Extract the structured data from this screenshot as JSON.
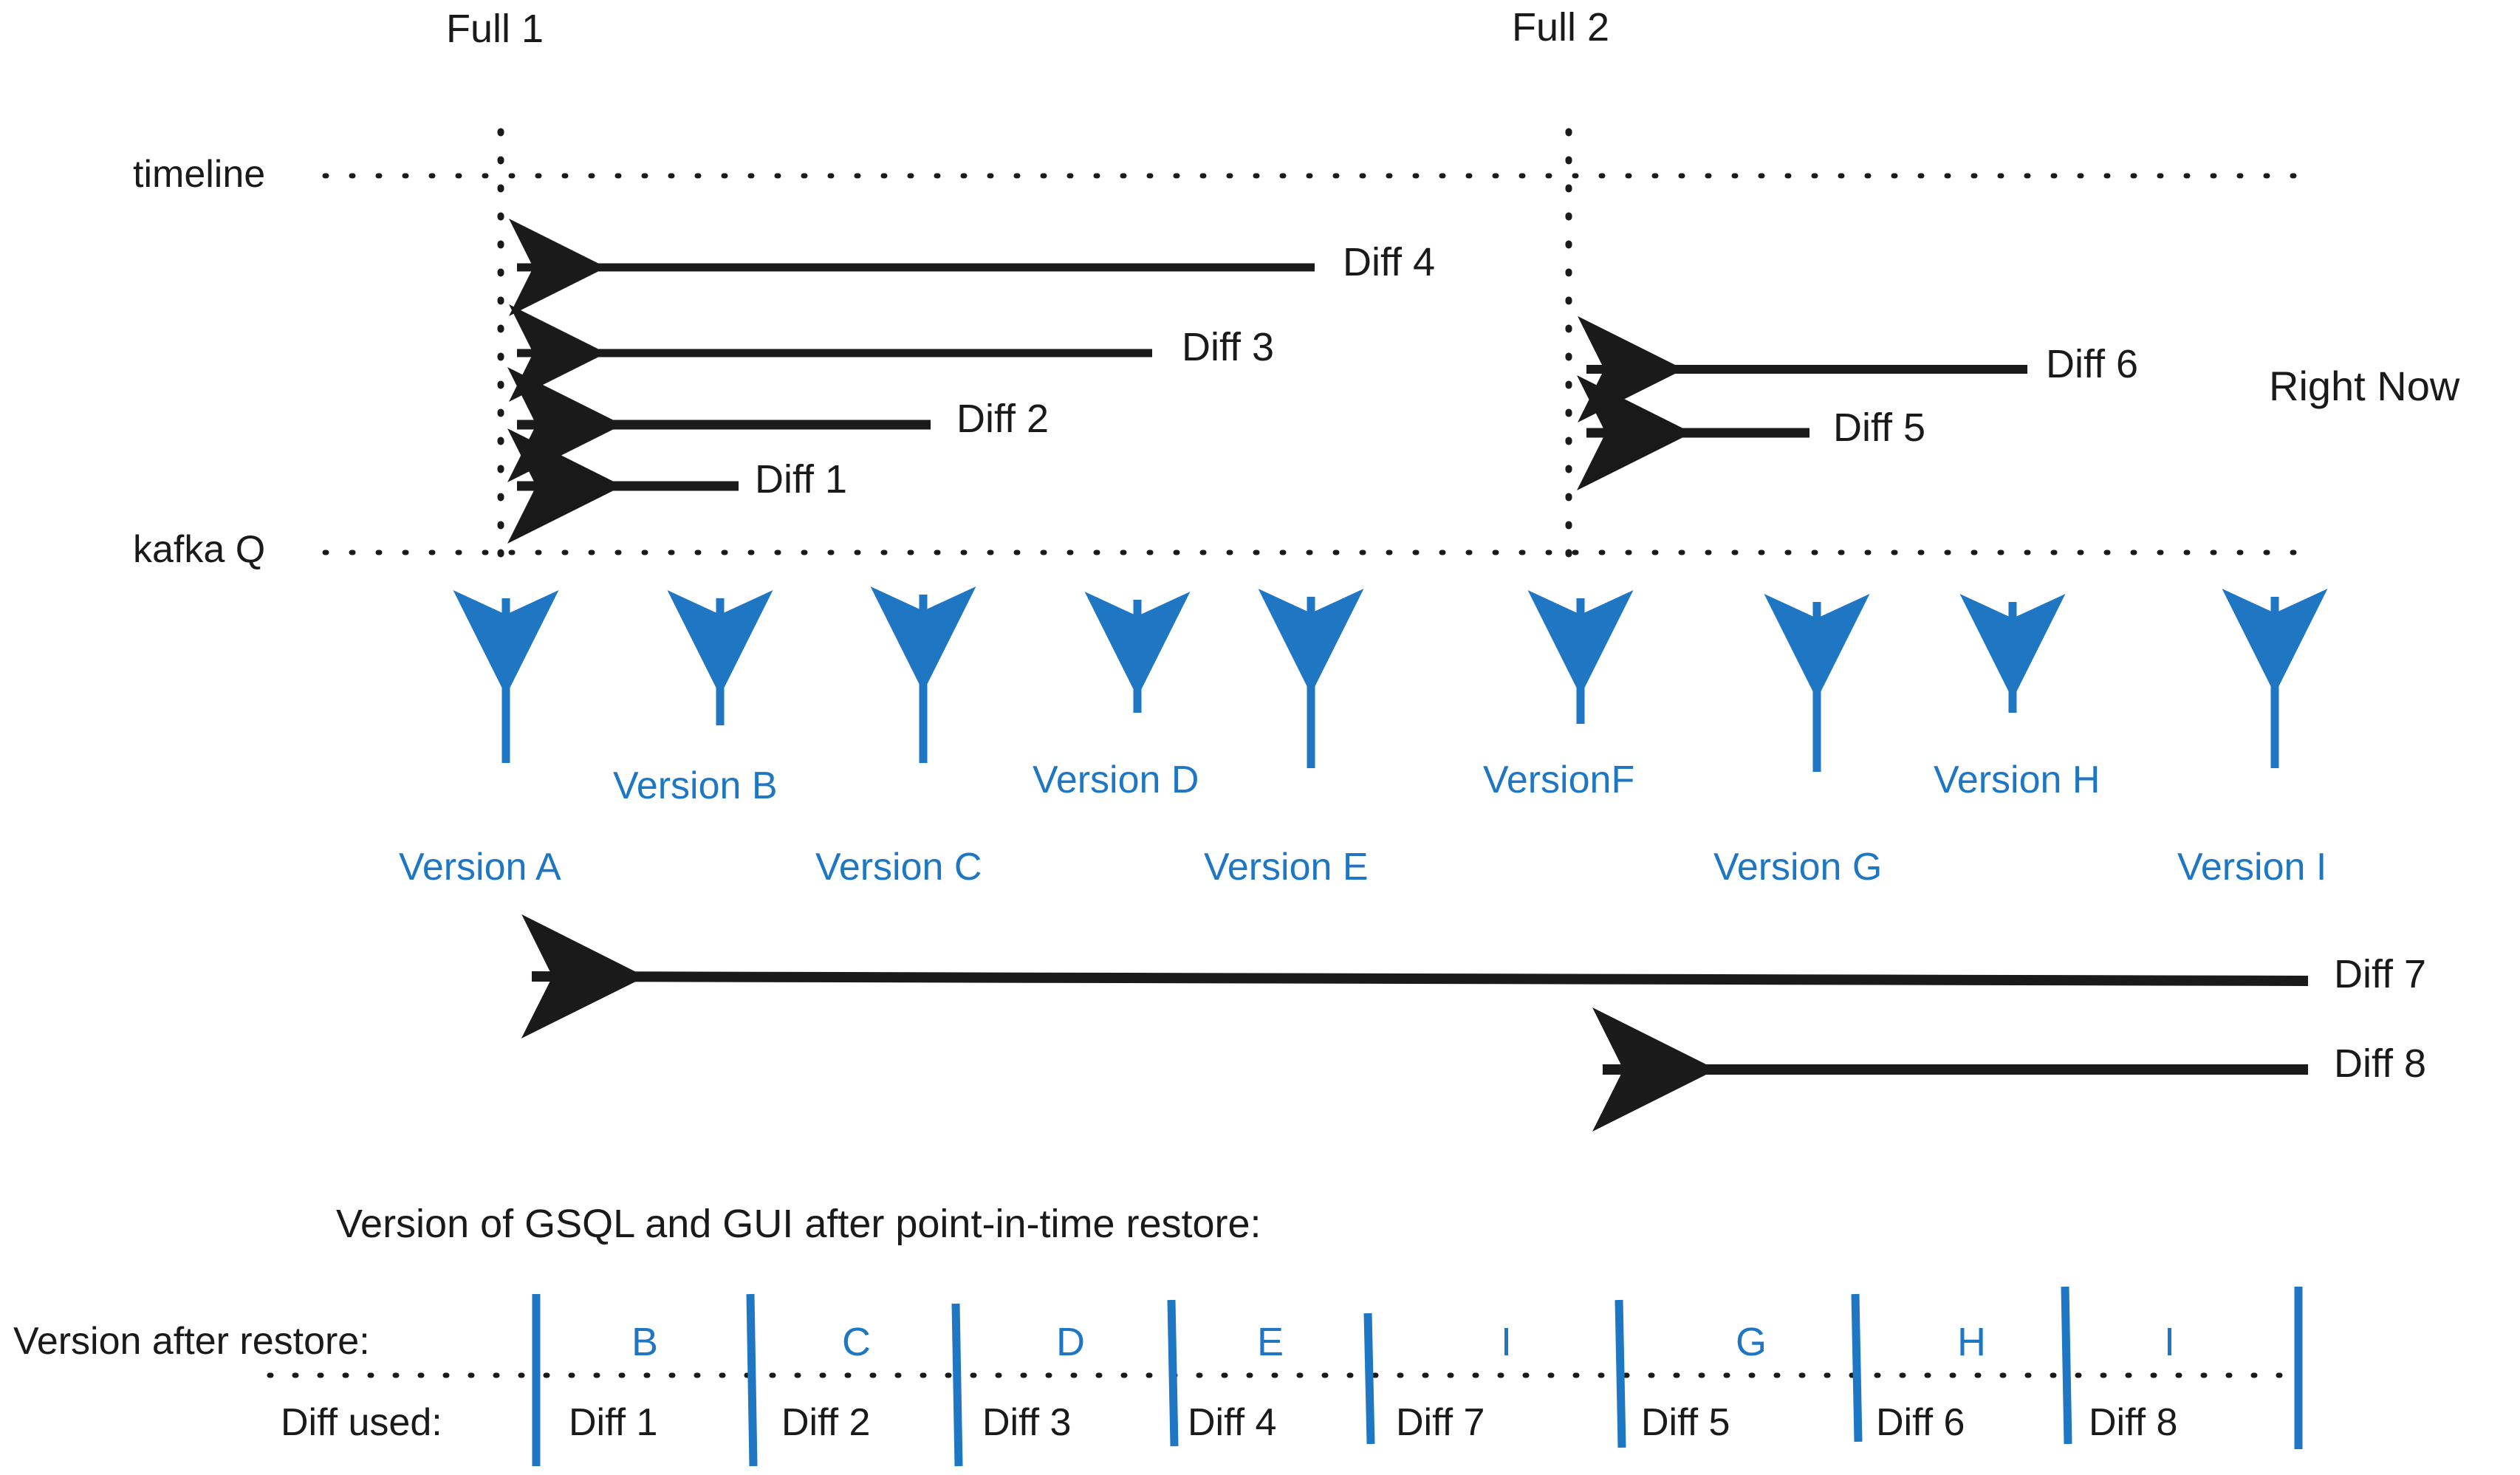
{
  "diagram": {
    "title_visible": false,
    "colors": {
      "blue": "#1f77c4",
      "black": "#1a1a1a"
    },
    "axes": [
      {
        "name": "timeline",
        "label": "timeline"
      },
      {
        "name": "kafka-q",
        "label": "kafka Q"
      }
    ],
    "full_backups": [
      {
        "name": "full-1",
        "label": "Full 1"
      },
      {
        "name": "full-2",
        "label": "Full 2"
      }
    ],
    "right_now_label": "Right Now",
    "diff_arrows": [
      {
        "name": "diff-4",
        "label": "Diff 4"
      },
      {
        "name": "diff-3",
        "label": "Diff 3"
      },
      {
        "name": "diff-2",
        "label": "Diff 2"
      },
      {
        "name": "diff-1",
        "label": "Diff 1"
      },
      {
        "name": "diff-6",
        "label": "Diff 6"
      },
      {
        "name": "diff-5",
        "label": "Diff 5"
      },
      {
        "name": "diff-7",
        "label": "Diff 7"
      },
      {
        "name": "diff-8",
        "label": "Diff 8"
      }
    ],
    "versions": [
      {
        "name": "version-a",
        "label": "Version A"
      },
      {
        "name": "version-b",
        "label": "Version B"
      },
      {
        "name": "version-c",
        "label": "Version C"
      },
      {
        "name": "version-d",
        "label": "Version D"
      },
      {
        "name": "version-e",
        "label": "Version E"
      },
      {
        "name": "version-f",
        "label": "VersionF"
      },
      {
        "name": "version-g",
        "label": "Version G"
      },
      {
        "name": "version-h",
        "label": "Version H"
      },
      {
        "name": "version-i",
        "label": "Version I"
      }
    ],
    "restore_table": {
      "caption": "Version of GSQL and GUI after point-in-time restore:",
      "row_labels": {
        "version": "Version after restore:",
        "diff": "Diff used:"
      },
      "cells": [
        {
          "version": "B",
          "diff": "Diff 1"
        },
        {
          "version": "C",
          "diff": "Diff 2"
        },
        {
          "version": "D",
          "diff": "Diff 3"
        },
        {
          "version": "E",
          "diff": "Diff 4"
        },
        {
          "version": "I",
          "diff": "Diff 7"
        },
        {
          "version": "G",
          "diff": "Diff 5"
        },
        {
          "version": "H",
          "diff": "Diff 6"
        },
        {
          "version": "I",
          "diff": "Diff 8"
        }
      ]
    }
  }
}
